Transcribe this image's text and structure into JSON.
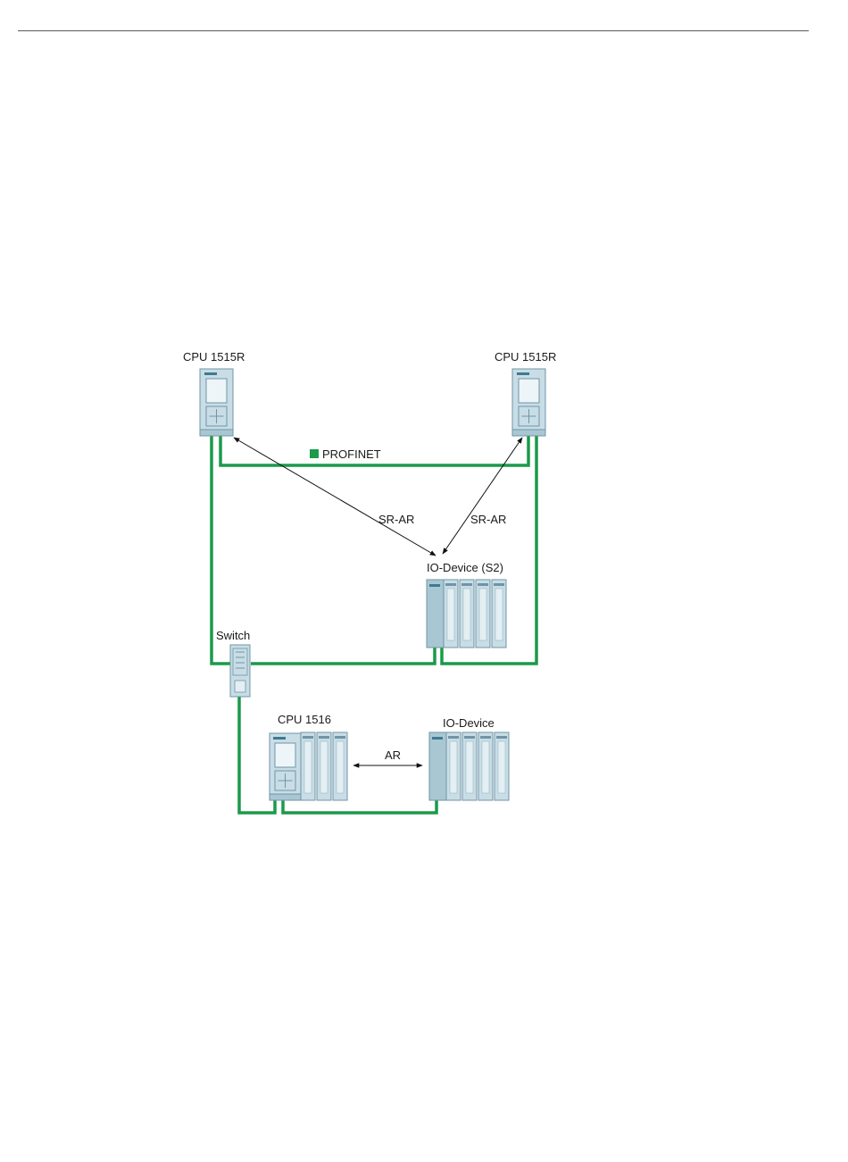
{
  "labels": {
    "cpu_left": "CPU 1515R",
    "cpu_right": "CPU 1515R",
    "profinet": "PROFINET",
    "sr_ar_left": "SR-AR",
    "sr_ar_right": "SR-AR",
    "io_device_s2": "IO-Device (S2)",
    "switch": "Switch",
    "cpu_1516": "CPU 1516",
    "ar": "AR",
    "io_device": "IO-Device"
  },
  "colors": {
    "profinet": "#1a9a4a",
    "device_fill": "#c8dde6",
    "device_stroke": "#6f95a5",
    "device_dark": "#8fb3c2"
  }
}
